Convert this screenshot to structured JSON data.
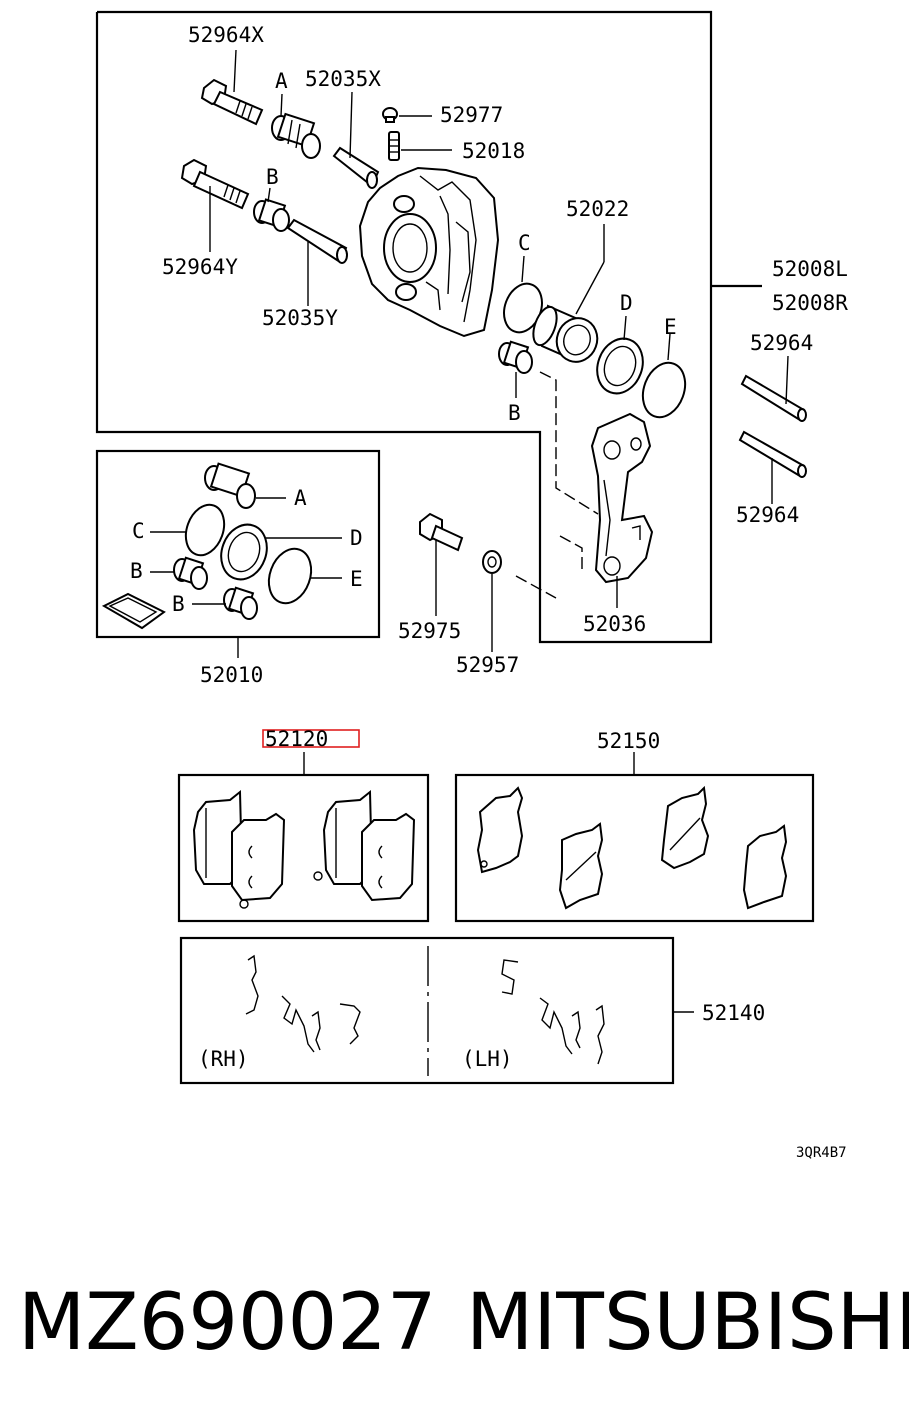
{
  "diagram": {
    "labels": {
      "p52964X": "52964X",
      "pA1": "A",
      "p52035X": "52035X",
      "p52977": "52977",
      "p52018": "52018",
      "pB1": "B",
      "p52964Y": "52964Y",
      "p52035Y": "52035Y",
      "p52022": "52022",
      "pC1": "C",
      "p52008L": "52008L",
      "p52008R": "52008R",
      "pD1": "D",
      "pE1": "E",
      "p52964a": "52964",
      "pB2": "B",
      "p52964b": "52964",
      "pA2": "A",
      "pC2": "C",
      "pD2": "D",
      "pB3": "B",
      "pE2": "E",
      "pB4": "B",
      "p52975": "52975",
      "p52036": "52036",
      "p52957": "52957",
      "p52010": "52010",
      "p52120": "52120",
      "p52150": "52150",
      "p52140": "52140",
      "pRH": "(RH)",
      "pLH": "(LH)",
      "code": "3QR4B7"
    },
    "highlight_color": "#e02020"
  },
  "footer": {
    "part_number": "MZ690027",
    "brand": "MITSUBISHI"
  }
}
